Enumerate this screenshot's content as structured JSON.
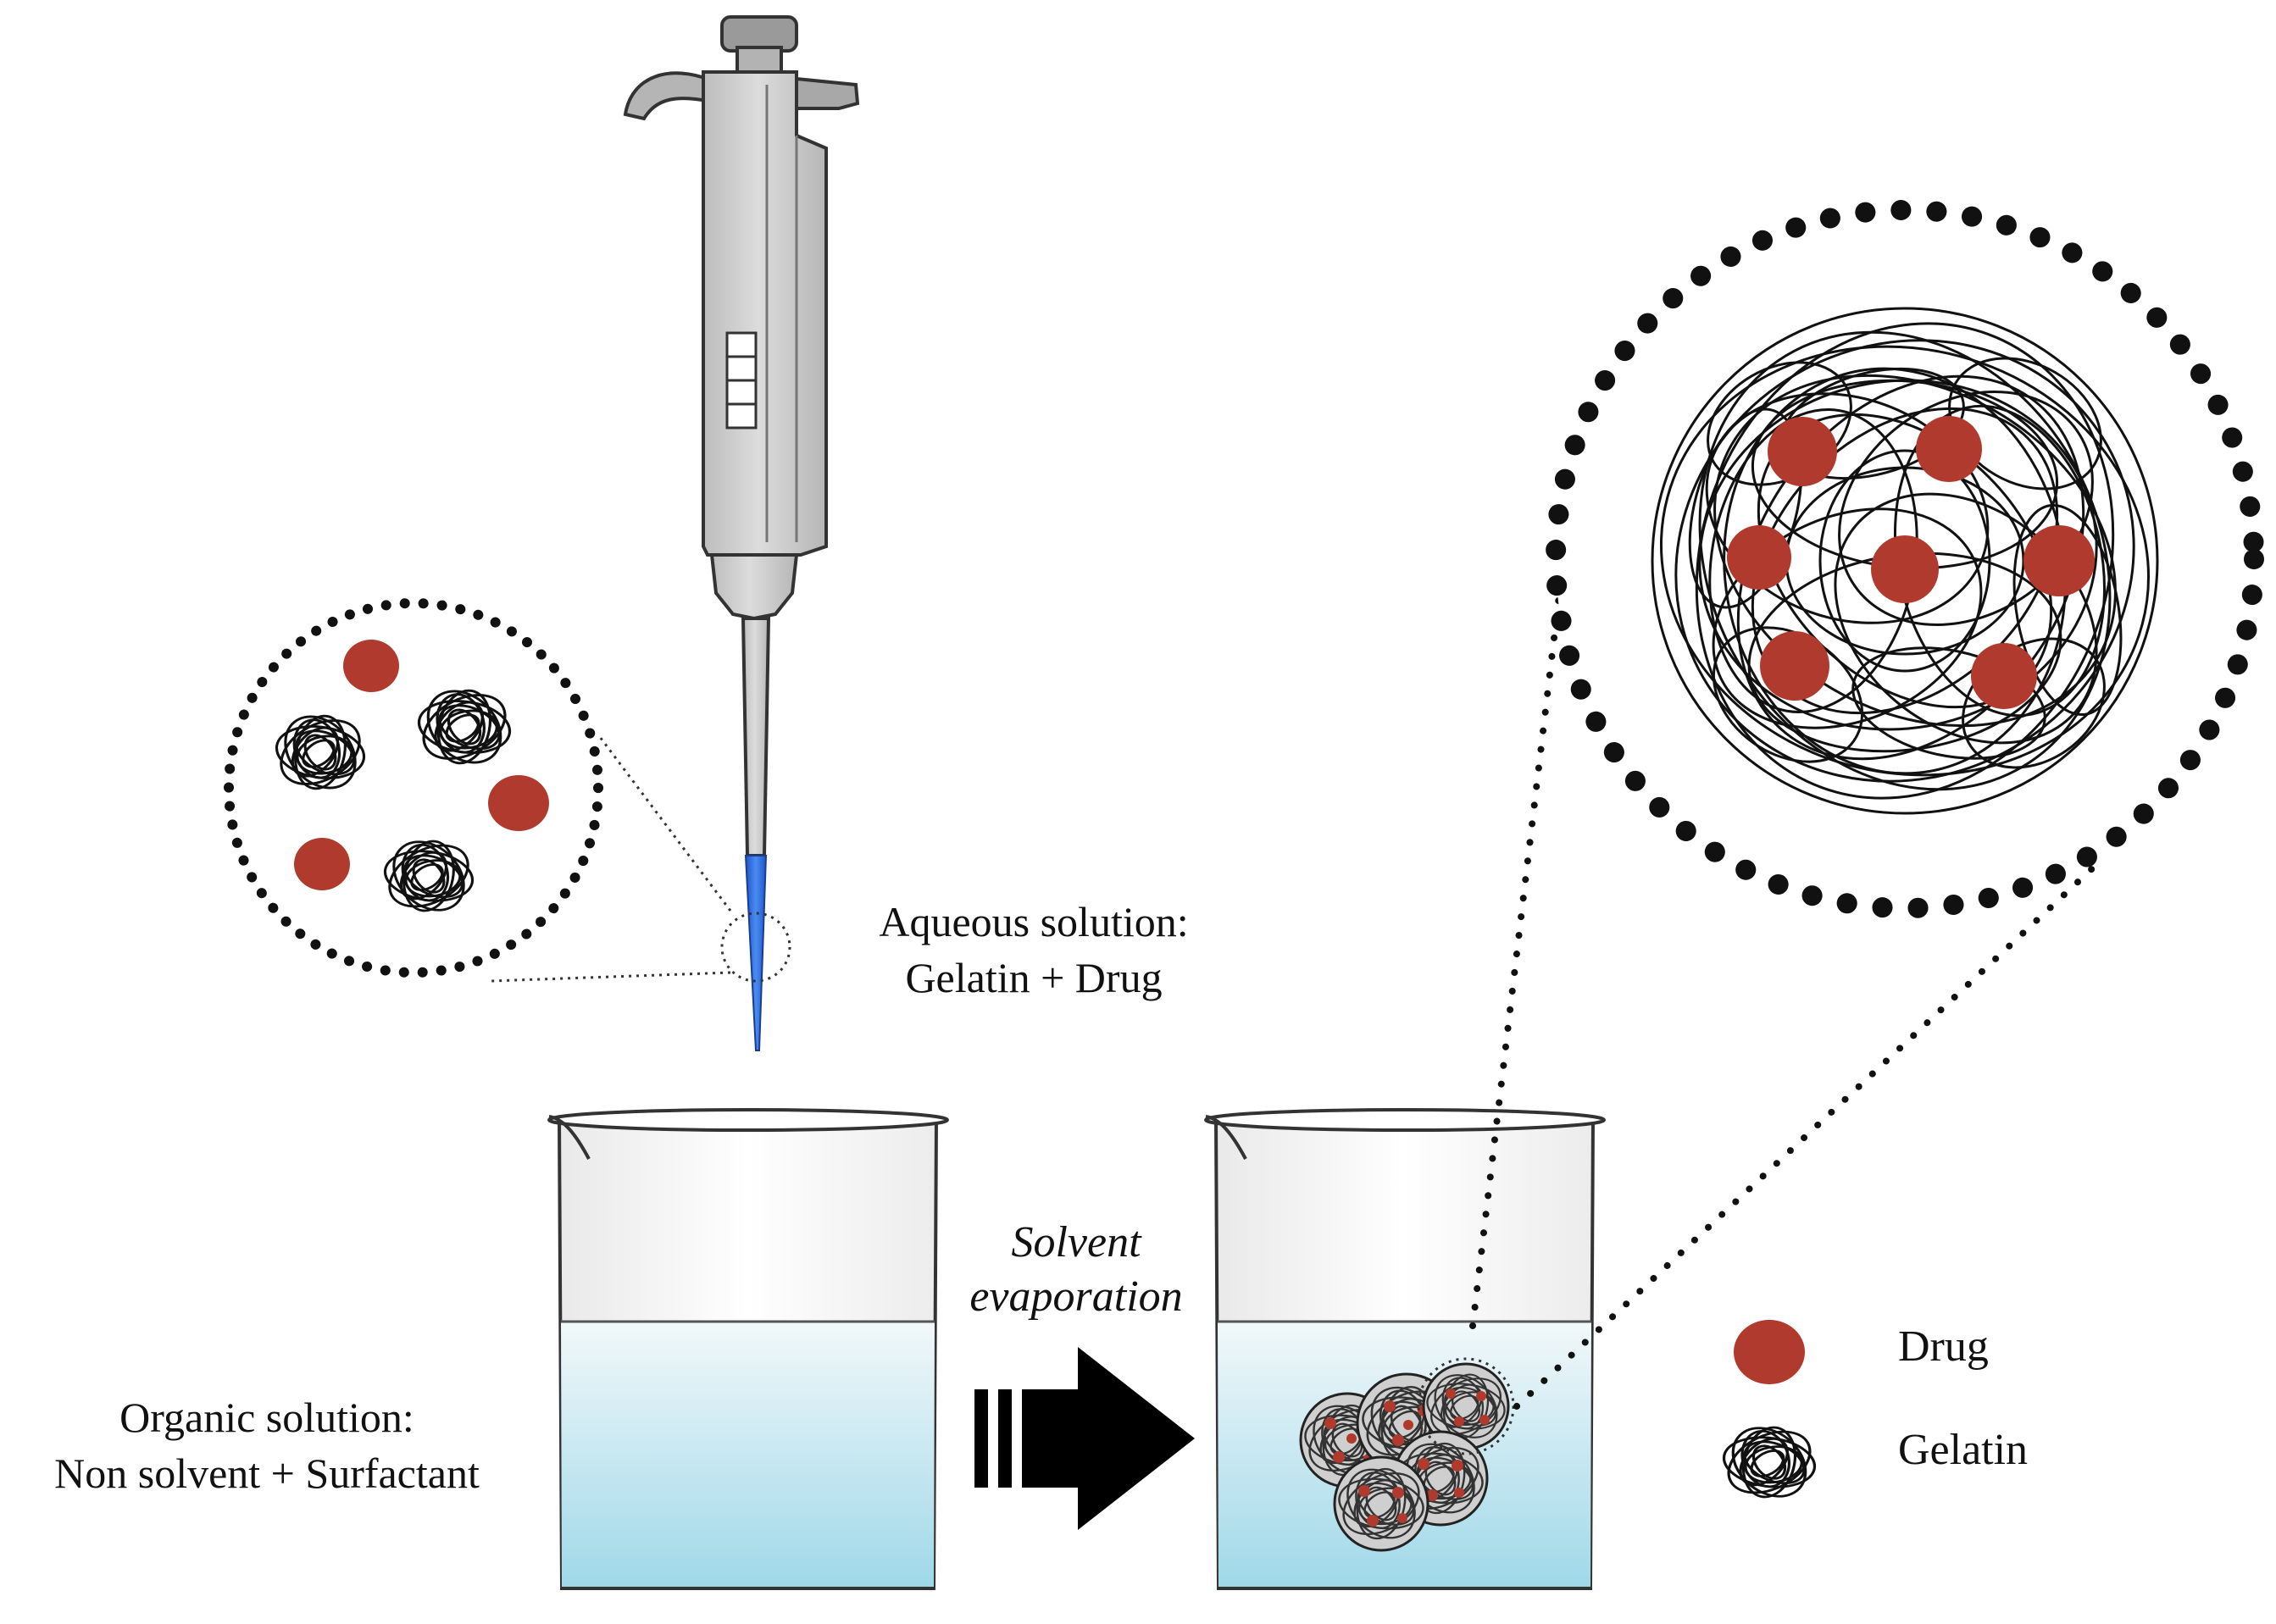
{
  "labels": {
    "aqueous_line1": "Aqueous solution:",
    "aqueous_line2": "Gelatin + Drug",
    "organic_line1": "Organic solution:",
    "organic_line2": "Non solvent + Surfactant",
    "process_line1": "Solvent",
    "process_line2": "evaporation"
  },
  "legend": {
    "drug": "Drug",
    "gelatin": "Gelatin"
  },
  "colors": {
    "drug": "#b03a2e",
    "pipette_tip": "#2f6fe0",
    "pipette_body": "#d6d6d6",
    "liquid_top": "#e8f3f7",
    "liquid_bottom": "#9fd8e8",
    "outline": "#111111"
  }
}
